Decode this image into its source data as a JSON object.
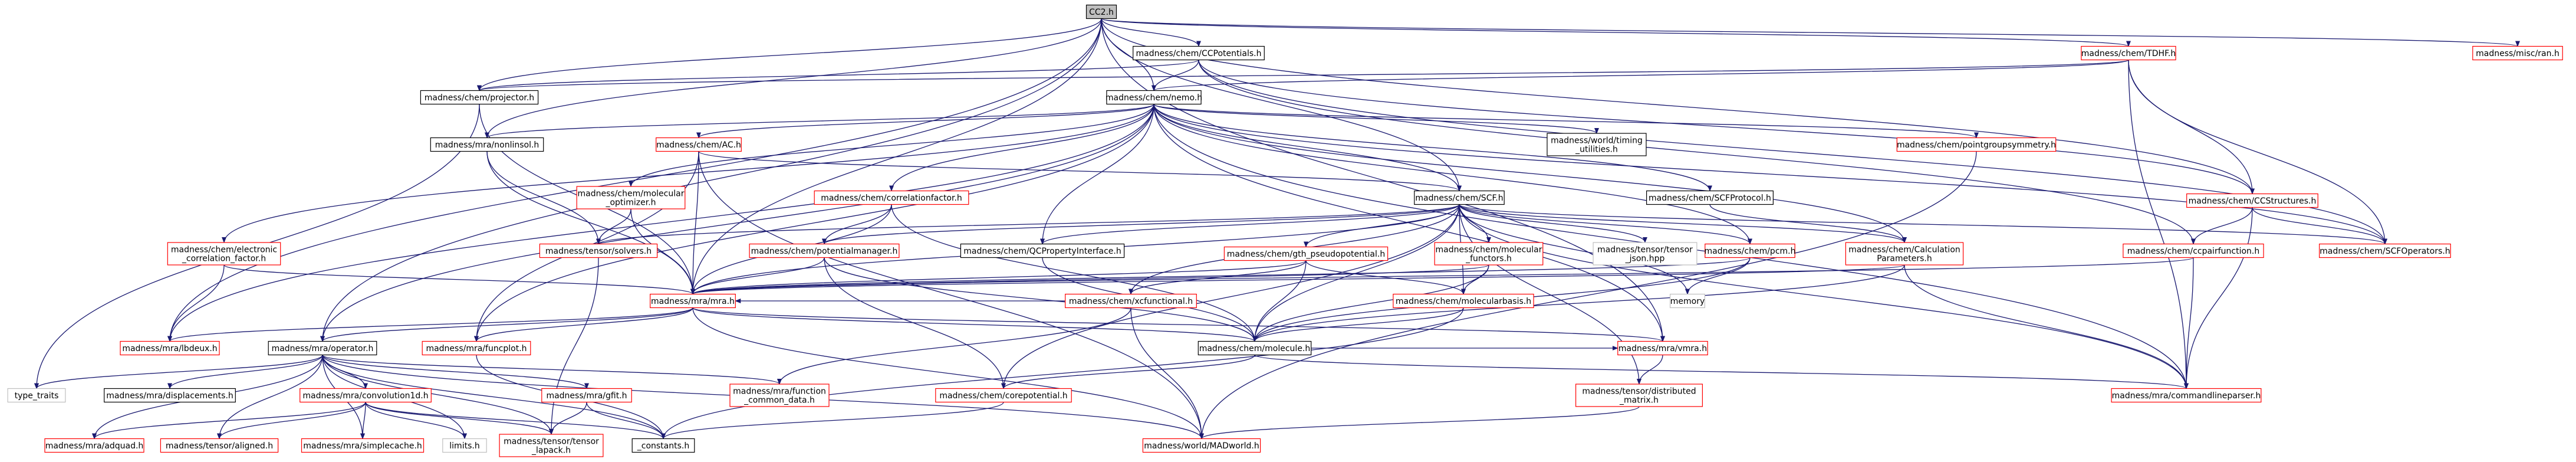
{
  "colors": {
    "root_fill": "#bfbfbf",
    "root_stroke": "#000000",
    "node_stroke_documented": "#000000",
    "node_stroke_undocumented": "#ff0000",
    "node_stroke_external": "#bfbfbf",
    "node_fill": "#ffffff",
    "text": "#000000",
    "edge": "#191970"
  },
  "nodes": [
    {
      "id": "cc2",
      "label": "CC2.h",
      "kind": "root"
    },
    {
      "id": "ccpot",
      "label": "madness/chem/CCPotentials.h",
      "kind": "documented"
    },
    {
      "id": "tdhf",
      "label": "madness/chem/TDHF.h",
      "kind": "undocumented"
    },
    {
      "id": "ran",
      "label": "madness/misc/ran.h",
      "kind": "undocumented"
    },
    {
      "id": "projector",
      "label": "madness/chem/projector.h",
      "kind": "documented"
    },
    {
      "id": "nemo",
      "label": "madness/chem/nemo.h",
      "kind": "documented"
    },
    {
      "id": "nonlinsol",
      "label": "madness/mra/nonlinsol.h",
      "kind": "documented"
    },
    {
      "id": "ac",
      "label": "madness/chem/AC.h",
      "kind": "undocumented"
    },
    {
      "id": "timing",
      "label": "madness/world/timing\n_utilities.h",
      "kind": "documented"
    },
    {
      "id": "pointgroup",
      "label": "madness/chem/pointgroupsymmetry.h",
      "kind": "undocumented"
    },
    {
      "id": "ccstruct",
      "label": "madness/chem/CCStructures.h",
      "kind": "undocumented"
    },
    {
      "id": "molopt",
      "label": "madness/chem/molecular\n_optimizer.h",
      "kind": "undocumented"
    },
    {
      "id": "corrfac",
      "label": "madness/chem/correlationfactor.h",
      "kind": "undocumented"
    },
    {
      "id": "scf",
      "label": "madness/chem/SCF.h",
      "kind": "documented"
    },
    {
      "id": "scfproto",
      "label": "madness/chem/SCFProtocol.h",
      "kind": "documented"
    },
    {
      "id": "eleccorr",
      "label": "madness/chem/electronic\n_correlation_factor.h",
      "kind": "undocumented"
    },
    {
      "id": "tsolvers",
      "label": "madness/tensor/solvers.h",
      "kind": "undocumented"
    },
    {
      "id": "potmgr",
      "label": "madness/chem/potentialmanager.h",
      "kind": "undocumented"
    },
    {
      "id": "qcprop",
      "label": "madness/chem/QCPropertyInterface.h",
      "kind": "documented"
    },
    {
      "id": "gthpseudo",
      "label": "madness/chem/gth_pseudopotential.h",
      "kind": "undocumented"
    },
    {
      "id": "molfunc",
      "label": "madness/chem/molecular\n_functors.h",
      "kind": "undocumented"
    },
    {
      "id": "tjson",
      "label": "madness/tensor/tensor\n_json.hpp",
      "kind": "external"
    },
    {
      "id": "pcm",
      "label": "madness/chem/pcm.h",
      "kind": "undocumented"
    },
    {
      "id": "calcparam",
      "label": "madness/chem/Calculation\nParameters.h",
      "kind": "undocumented"
    },
    {
      "id": "ccpair",
      "label": "madness/chem/ccpairfunction.h",
      "kind": "undocumented"
    },
    {
      "id": "scfops",
      "label": "madness/chem/SCFOperators.h",
      "kind": "undocumented"
    },
    {
      "id": "memory",
      "label": "memory",
      "kind": "external"
    },
    {
      "id": "xcfunc",
      "label": "madness/chem/xcfunctional.h",
      "kind": "undocumented"
    },
    {
      "id": "molbasis",
      "label": "madness/chem/molecularbasis.h",
      "kind": "undocumented"
    },
    {
      "id": "mra",
      "label": "madness/mra/mra.h",
      "kind": "undocumented"
    },
    {
      "id": "lbdeux",
      "label": "madness/mra/lbdeux.h",
      "kind": "undocumented"
    },
    {
      "id": "operator",
      "label": "madness/mra/operator.h",
      "kind": "documented"
    },
    {
      "id": "funcplot",
      "label": "madness/mra/funcplot.h",
      "kind": "undocumented"
    },
    {
      "id": "molecule",
      "label": "madness/chem/molecule.h",
      "kind": "documented"
    },
    {
      "id": "vmra",
      "label": "madness/mra/vmra.h",
      "kind": "undocumented"
    },
    {
      "id": "cmdline",
      "label": "madness/mra/commandlineparser.h",
      "kind": "undocumented"
    },
    {
      "id": "typetraits",
      "label": "type_traits",
      "kind": "external"
    },
    {
      "id": "displace",
      "label": "madness/mra/displacements.h",
      "kind": "documented"
    },
    {
      "id": "conv1d",
      "label": "madness/mra/convolution1d.h",
      "kind": "undocumented"
    },
    {
      "id": "gfit",
      "label": "madness/mra/gfit.h",
      "kind": "undocumented"
    },
    {
      "id": "funcdata",
      "label": "madness/mra/function\n_common_data.h",
      "kind": "undocumented"
    },
    {
      "id": "corepot",
      "label": "madness/chem/corepotential.h",
      "kind": "undocumented"
    },
    {
      "id": "distmat",
      "label": "madness/tensor/distributed\n_matrix.h",
      "kind": "undocumented"
    },
    {
      "id": "adquad",
      "label": "madness/mra/adquad.h",
      "kind": "undocumented"
    },
    {
      "id": "aligned",
      "label": "madness/tensor/aligned.h",
      "kind": "undocumented"
    },
    {
      "id": "simplecache",
      "label": "madness/mra/simplecache.h",
      "kind": "undocumented"
    },
    {
      "id": "limits",
      "label": "limits.h",
      "kind": "external"
    },
    {
      "id": "tlapack",
      "label": "madness/tensor/tensor\n_lapack.h",
      "kind": "undocumented"
    },
    {
      "id": "constants",
      "label": "_constants.h",
      "kind": "documented"
    },
    {
      "id": "madworld",
      "label": "madness/world/MADworld.h",
      "kind": "undocumented"
    }
  ]
}
